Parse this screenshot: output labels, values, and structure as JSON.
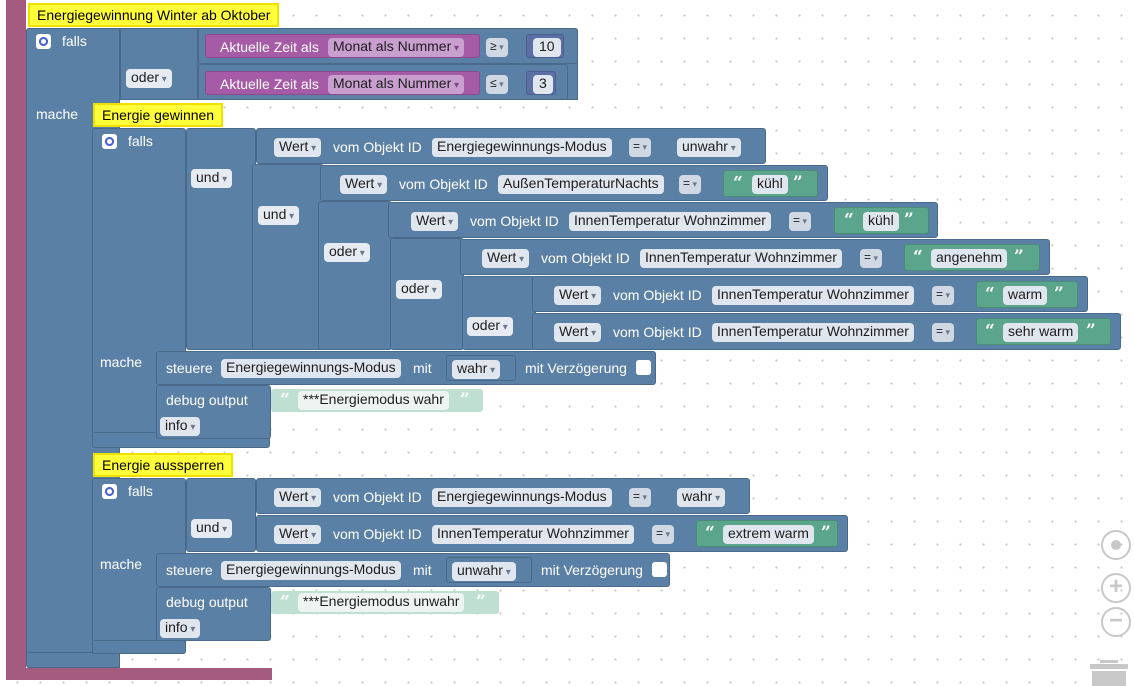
{
  "colors": {
    "logic": "#5b80a5",
    "time": "#a55ba5",
    "text": "#5ba58c",
    "comment": "#ffff3a",
    "hat": "#a55b80"
  },
  "main": {
    "comment": "Energiegewinnung Winter ab Oktober",
    "falls": "falls",
    "mache": "mache",
    "oder": "oder",
    "cond1": {
      "prefix": "Aktuelle Zeit als",
      "format": "Monat als Nummer",
      "op": "≥",
      "value": "10"
    },
    "cond2": {
      "prefix": "Aktuelle Zeit als",
      "format": "Monat als Nummer",
      "op": "≤",
      "value": "3"
    }
  },
  "block1": {
    "comment": "Energie gewinnen",
    "falls": "falls",
    "mache": "mache",
    "und1": "und",
    "und2": "und",
    "oder1": "oder",
    "oder2": "oder",
    "oder3": "oder",
    "wert": "Wert",
    "vom": "vom Objekt ID",
    "r1": {
      "id": "Energiegewinnungs-Modus",
      "op": "=",
      "val": "unwahr"
    },
    "r2": {
      "id": "AußenTemperaturNachts",
      "op": "=",
      "val": "kühl"
    },
    "r3": {
      "id": "InnenTemperatur Wohnzimmer",
      "op": "=",
      "val": "kühl"
    },
    "r4": {
      "id": "InnenTemperatur Wohnzimmer",
      "op": "=",
      "val": "angenehm"
    },
    "r5": {
      "id": "InnenTemperatur Wohnzimmer",
      "op": "=",
      "val": "warm"
    },
    "r6": {
      "id": "InnenTemperatur Wohnzimmer",
      "op": "=",
      "val": "sehr warm"
    },
    "steuere": "steuere",
    "target": "Energiegewinnungs-Modus",
    "mit": "mit",
    "setval": "wahr",
    "delay": "mit Verzögerung",
    "debug": "debug output",
    "debugtext": "***Energiemodus wahr",
    "level": "info"
  },
  "block2": {
    "comment": "Energie aussperren",
    "falls": "falls",
    "mache": "mache",
    "und": "und",
    "wert": "Wert",
    "vom": "vom Objekt ID",
    "r1": {
      "id": "Energiegewinnungs-Modus",
      "op": "=",
      "val": "wahr"
    },
    "r2": {
      "id": "InnenTemperatur Wohnzimmer",
      "op": "=",
      "val": "extrem warm"
    },
    "steuere": "steuere",
    "target": "Energiegewinnungs-Modus",
    "mit": "mit",
    "setval": "unwahr",
    "delay": "mit Verzögerung",
    "debug": "debug output",
    "debugtext": "***Energiemodus unwahr",
    "level": "info"
  },
  "controls": {
    "recenter": "target-icon",
    "zoom_in": "+",
    "zoom_out": "−",
    "trash": "trash-icon"
  }
}
